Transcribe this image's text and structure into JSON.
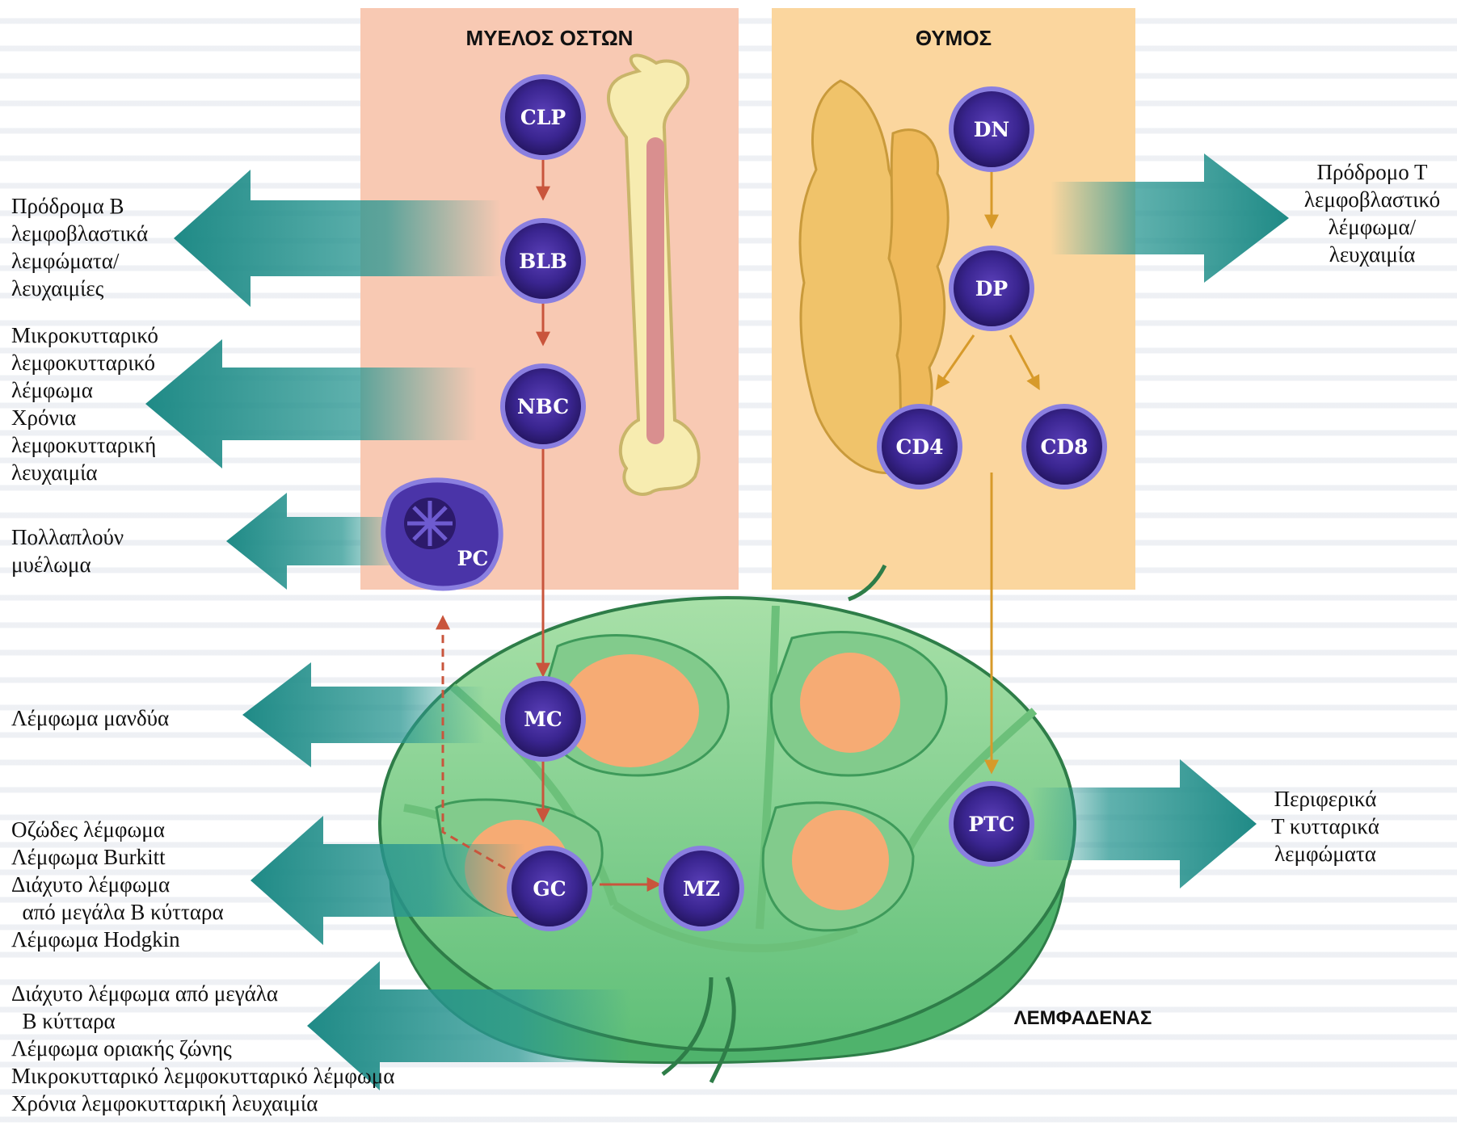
{
  "titles": {
    "bone_marrow": "ΜΥΕΛΟΣ ΟΣΤΩΝ",
    "thymus": "ΘΥΜΟΣ",
    "lymph_node": "ΛΕΜΦΑΔΕΝΑΣ"
  },
  "cells": {
    "clp": "CLP",
    "blb": "BLB",
    "nbc": "NBC",
    "pc": "PC",
    "mc": "MC",
    "gc": "GC",
    "mz": "MZ",
    "dn": "DN",
    "dp": "DP",
    "cd4": "CD4",
    "cd8": "CD8",
    "ptc": "PTC"
  },
  "labels": {
    "precursor_b": [
      "Πρόδρομα Β",
      "λεμφοβλαστικά",
      "λεμφώματα/",
      "λευχαιμίες"
    ],
    "small_cell_cll": [
      "Μικροκυτταρικό",
      "λεμφοκυτταρικό",
      "λέμφωμα",
      "Χρόνια",
      "λεμφοκυτταρική",
      "λευχαιμία"
    ],
    "myeloma": [
      "Πολλαπλούν",
      "μυέλωμα"
    ],
    "mantle": [
      "Λέμφωμα μανδύα"
    ],
    "gc_lymphomas": [
      "Οζώδες λέμφωμα",
      "Λέμφωμα Burkitt",
      "Διάχυτο λέμφωμα",
      "  από μεγάλα Β κύτταρα",
      "Λέμφωμα Hodgkin"
    ],
    "bottom_lymphomas": [
      "Διάχυτο λέμφωμα από μεγάλα",
      "  Β κύτταρα",
      "Λέμφωμα οριακής ζώνης",
      "Μικροκυτταρικό λεμφοκυτταρικό λέμφωμα",
      "Χρόνια λεμφοκυτταρική λευχαιμία"
    ],
    "precursor_t": [
      "Πρόδρομο Τ",
      "λεμφοβλαστικό",
      "λέμφωμα/",
      "λευχαιμία"
    ],
    "peripheral_t": [
      "Περιφερικά",
      "Τ κυτταρικά",
      "λεμφώματα"
    ]
  },
  "colors": {
    "bone_marrow_panel": "#f7c7b0",
    "thymus_panel": "#fbd59c",
    "cell_dark": "#2c1a6b",
    "cell_ring": "#8a7fe0",
    "lymph_node": "#8fd39a",
    "follicle": "#f7a86a",
    "arrow_teal": "#2c9c98",
    "bone_arrow": "#c9553c",
    "thymus_arrow": "#d79a2a"
  }
}
